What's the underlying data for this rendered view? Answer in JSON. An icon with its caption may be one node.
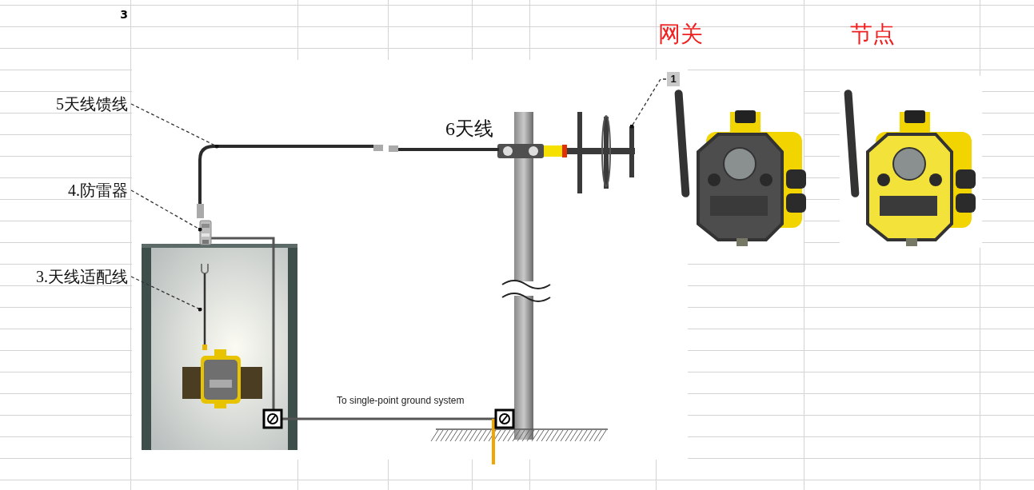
{
  "diagram": {
    "nodes": [
      {
        "text": [
          "5天线馈线"
        ]
      },
      {
        "text": [],
        "shape": "picture"
      },
      {
        "text": [
          "4.防雷器"
        ]
      },
      {
        "text": [],
        "shape": "picture"
      },
      {
        "text": [
          "3.天线适配线"
        ]
      },
      {
        "text": [],
        "shape": "picture"
      },
      {
        "text": [
          "1"
        ]
      },
      {
        "text": [],
        "shape": "picture"
      }
    ],
    "edges": [
      {
        "from": 0,
        "to": 1,
        "arrow": "other",
        "style": "dashed"
      },
      {
        "from": 2,
        "to": 3,
        "arrow": "other",
        "style": "dashed"
      },
      {
        "from": 4,
        "to": 5,
        "arrow": "other",
        "style": "dashed"
      },
      {
        "from": 6,
        "to": 7,
        "arrow": "other",
        "style": "dashed"
      }
    ],
    "labels": [
      "3",
      "网关",
      "节点",
      "6天线",
      "To single-point ground system"
    ]
  }
}
